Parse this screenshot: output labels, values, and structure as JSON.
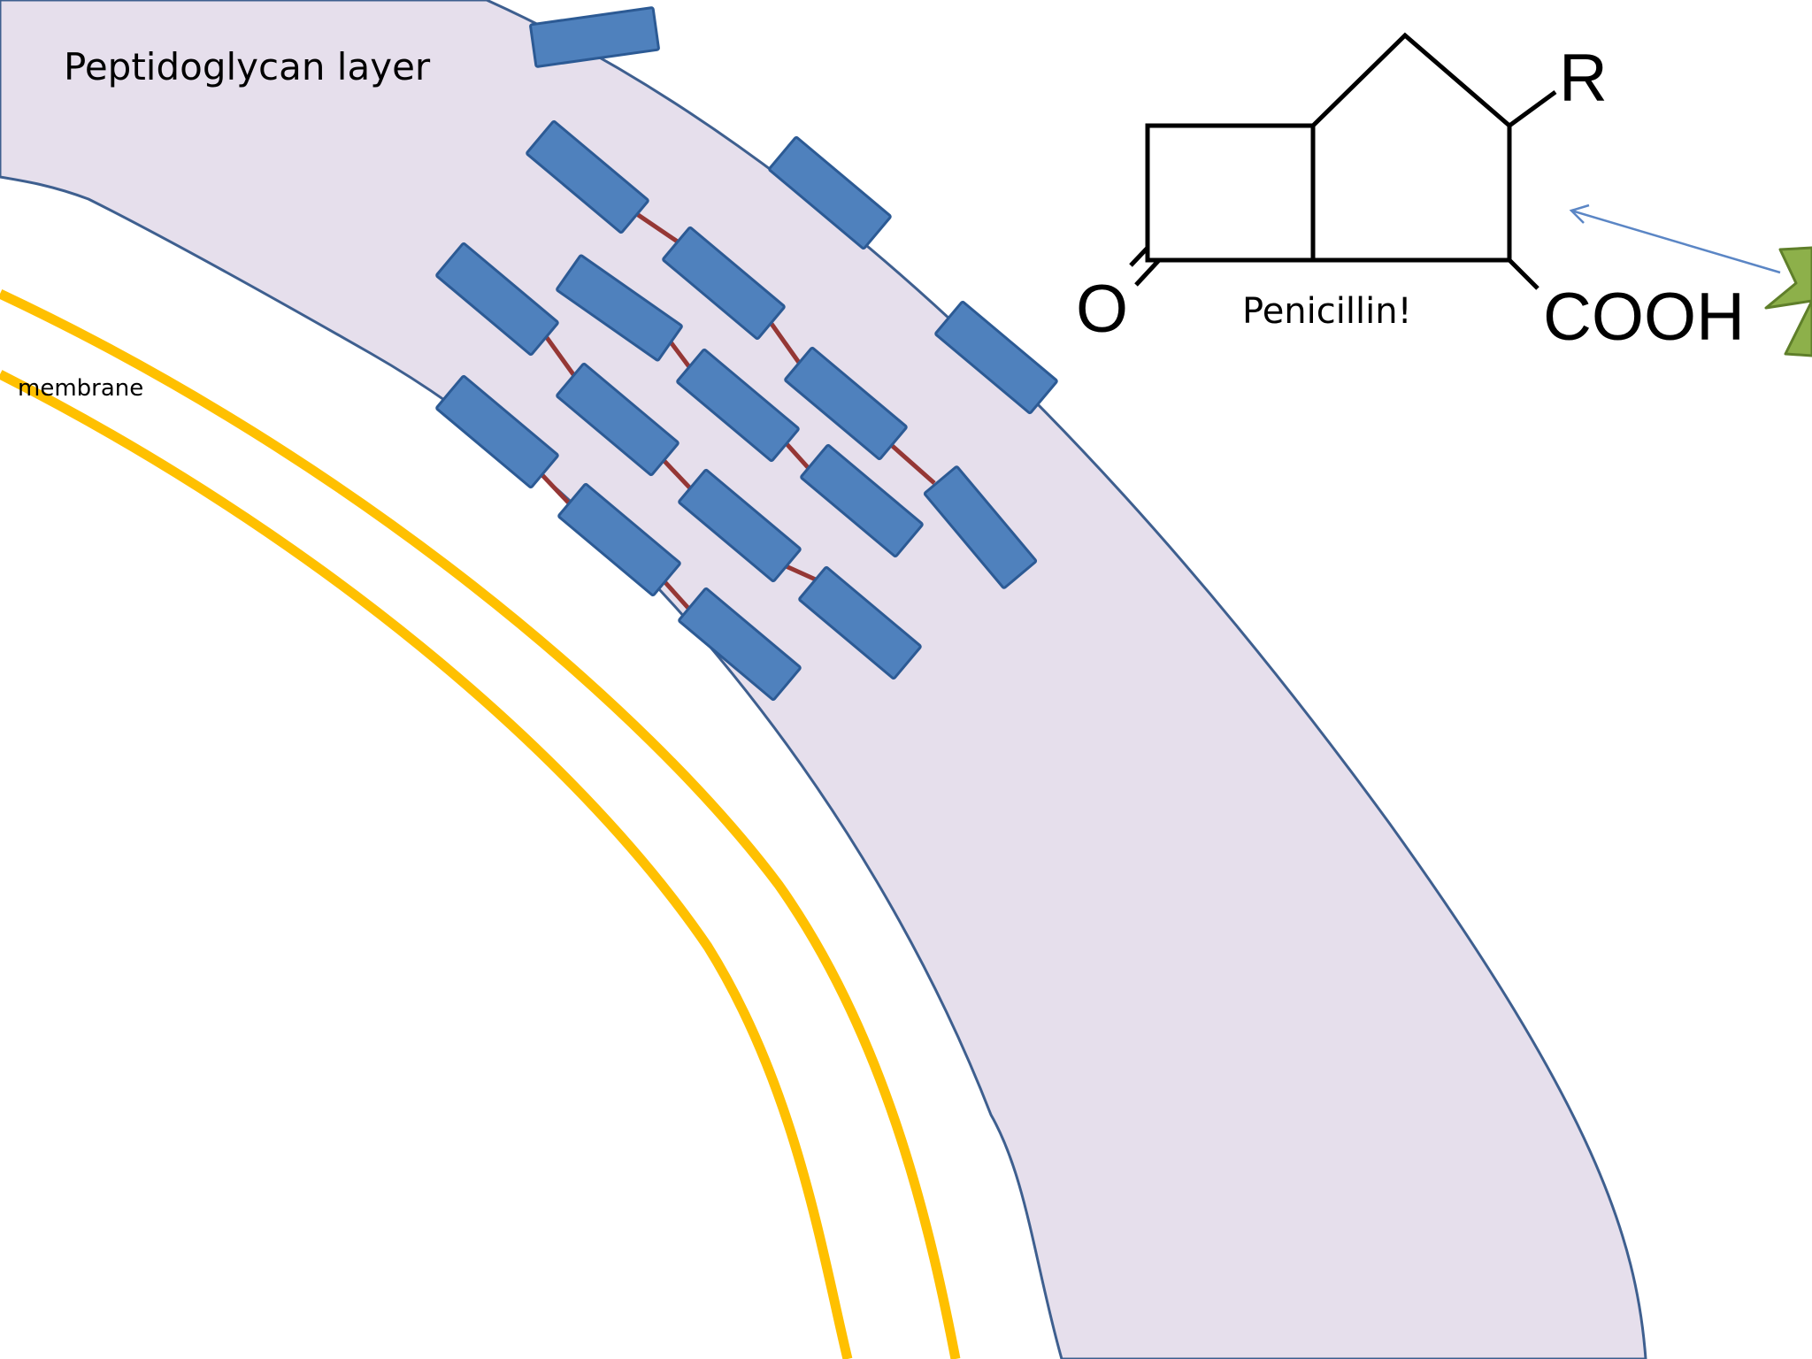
{
  "labels": {
    "peptidoglycan_layer": "Peptidoglycan layer",
    "membrane": "membrane",
    "penicillin": "Penicillin!"
  },
  "molecule": {
    "r_group": "R",
    "oxygen": "O",
    "carboxyl": "COOH"
  },
  "colors": {
    "cell_wall_fill": "#e6dfec",
    "cell_wall_stroke": "#3e5f8f",
    "membrane": "#ffc000",
    "sugar_unit_fill": "#4f81bd",
    "sugar_unit_stroke": "#2c5a94",
    "crosslink": "#953735",
    "enzyme_fill": "#8db04a",
    "enzyme_stroke": "#5f7f2a",
    "arrow": "#5b86c5",
    "molecule_stroke": "#000000"
  },
  "icons": {
    "sugar_unit": "rounded-rectangle-block",
    "enzyme": "star-burst-shape"
  }
}
